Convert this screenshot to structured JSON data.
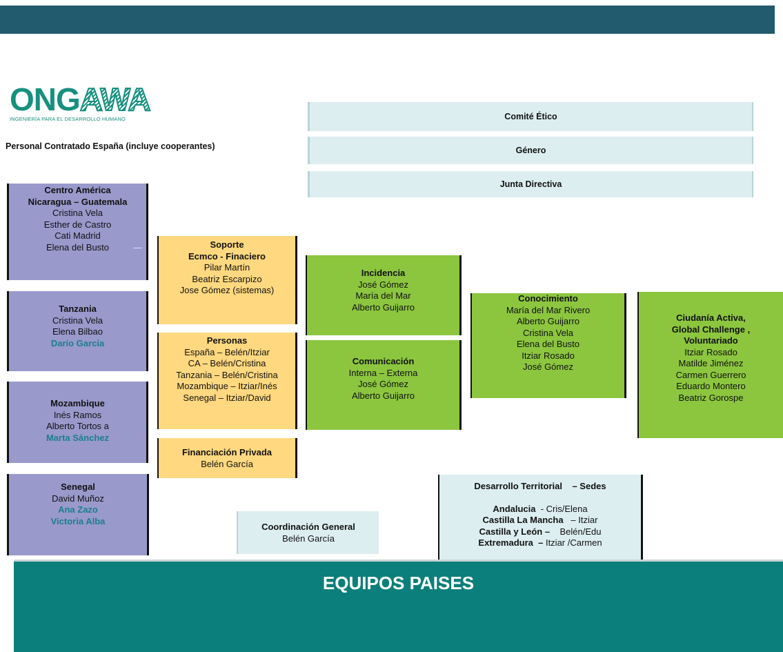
{
  "logo": {
    "word_a": "ONG",
    "word_b": "AWA",
    "tagline": "INGENIERÍA PARA EL DESARROLLO HUMANO"
  },
  "subtitle": "Personal Contratado España (incluye cooperantes)",
  "committees": [
    "Comité Ético",
    "Género",
    "Junta Directiva"
  ],
  "countries": {
    "centro_america": {
      "title1": "Centro América",
      "title2": "Nicaragua  – Guatemala",
      "people": [
        "Cristina Vela",
        "Esther de Castro",
        "Cati Madrid",
        "Elena del Busto"
      ],
      "trail": "—"
    },
    "tanzania": {
      "title": "Tanzania",
      "people": [
        "Cristina Vela",
        "Elena Bilbao"
      ],
      "highlight": [
        "Darío García"
      ]
    },
    "mozambique": {
      "title": "Mozambique",
      "people": [
        "Inés Ramos",
        "Alberto Tortos a"
      ],
      "highlight": [
        "Marta Sánchez"
      ]
    },
    "senegal": {
      "title": "Senegal",
      "people": [
        "David Muñoz"
      ],
      "highlight": [
        "Ana Zazo",
        "Victoria Alba"
      ]
    }
  },
  "soporte": {
    "title1": "Soporte",
    "title2": "Ecmco  - Finaciero",
    "people": [
      "Pilar Martín",
      "Beatriz  Escarpizo",
      "Jose Gómez (sistemas)"
    ]
  },
  "personas": {
    "title": "Personas",
    "people": [
      "España  – Belén/Itziar",
      "CA – Belén/Cristina",
      "Tanzania  – Belén/Cristina",
      "Mozambique  – Itziar/Inés",
      "Senegal  – Itziar/David"
    ]
  },
  "financiacion": {
    "title": "Financiación Privada",
    "people": [
      "Belén García"
    ]
  },
  "incidencia": {
    "title": "Incidencia",
    "people": [
      "José Gómez",
      "María del Mar",
      "Alberto Guijarro"
    ]
  },
  "comunicacion": {
    "title": "Comunicación",
    "people": [
      "Interna  – Externa",
      "José Gómez",
      "Alberto Guijarro"
    ]
  },
  "conocimiento": {
    "title": "Conocimiento",
    "people": [
      "María del Mar Rivero",
      "Alberto Guijarro",
      "Cristina Vela",
      "Elena del Busto",
      "Itziar Rosado",
      "José Gómez"
    ]
  },
  "ciudadania": {
    "title1": "Ciudanía Activa,",
    "title2": "Global Challenge ,",
    "title3": "Voluntariado",
    "people": [
      "Itziar Rosado",
      "Matilde Jiménez",
      "Carmen Guerrero",
      "Eduardo Montero",
      "Beatriz Gorospe"
    ]
  },
  "coordinacion": {
    "title": "Coordinación General",
    "people": [
      "Belén García"
    ]
  },
  "desarrollo": {
    "title": "Desarrollo Territorial    – Sedes",
    "sedes": [
      {
        "region": "Andalucia",
        "who": "  - Cris/Elena"
      },
      {
        "region": "Castilla La Mancha",
        "who": "   – Itziar"
      },
      {
        "region": "Castilla y León –",
        "who": "    Belén/Edu"
      },
      {
        "region": "Extremadura  –",
        "who": " Itziar /Carmen"
      }
    ]
  },
  "footer": {
    "title": "EQUIPOS PAISES"
  },
  "colors": {
    "topbar": "#225b6d",
    "purple": "#9999cc",
    "yellow": "#ffd87f",
    "green": "#8cc63f",
    "light": "#ddeef0",
    "footer": "#0b7f7b",
    "highlight": "#1b7f8c"
  }
}
